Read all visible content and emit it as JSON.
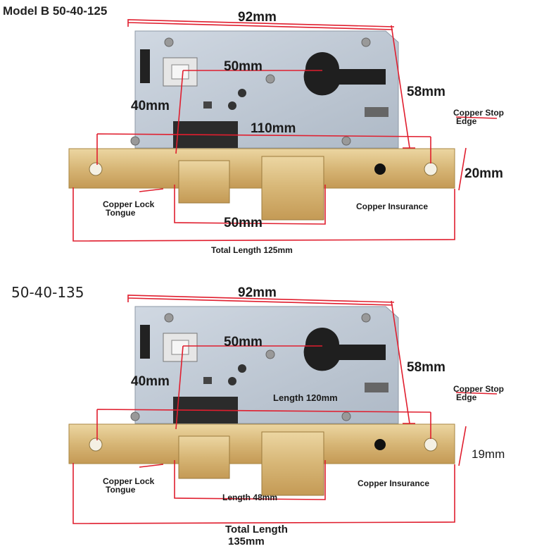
{
  "panels": [
    {
      "title": "Model B 50-40-125",
      "width_label": "92mm",
      "backset_label": "50mm",
      "height_label": "58mm",
      "depth_label": "40mm",
      "faceplate_mid_label": "110mm",
      "faceplate_width_label": "20mm",
      "stop_edge_label": [
        "Copper Stop",
        "Edge"
      ],
      "lock_tongue_label": [
        "Copper Lock",
        "Tongue"
      ],
      "insurance_label": "Copper Insurance",
      "bottom_mid_label": "50mm",
      "total_label": [
        "Total Length 125mm"
      ]
    },
    {
      "title": "50-40-135",
      "width_label": "92mm",
      "backset_label": "50mm",
      "height_label": "58mm",
      "depth_label": "40mm",
      "faceplate_mid_label": "Length 120mm",
      "faceplate_width_label": "19mm",
      "stop_edge_label": [
        "Copper Stop",
        "Edge"
      ],
      "lock_tongue_label": [
        "Copper Lock",
        "Tongue"
      ],
      "insurance_label": "Copper Insurance",
      "bottom_mid_label": "Length 48mm",
      "total_label": [
        "Total Length",
        "135mm"
      ]
    }
  ],
  "colors": {
    "dimension_line": "#e01e2e",
    "lock_body": "#b9c3cf",
    "brass": "#d6b577"
  }
}
